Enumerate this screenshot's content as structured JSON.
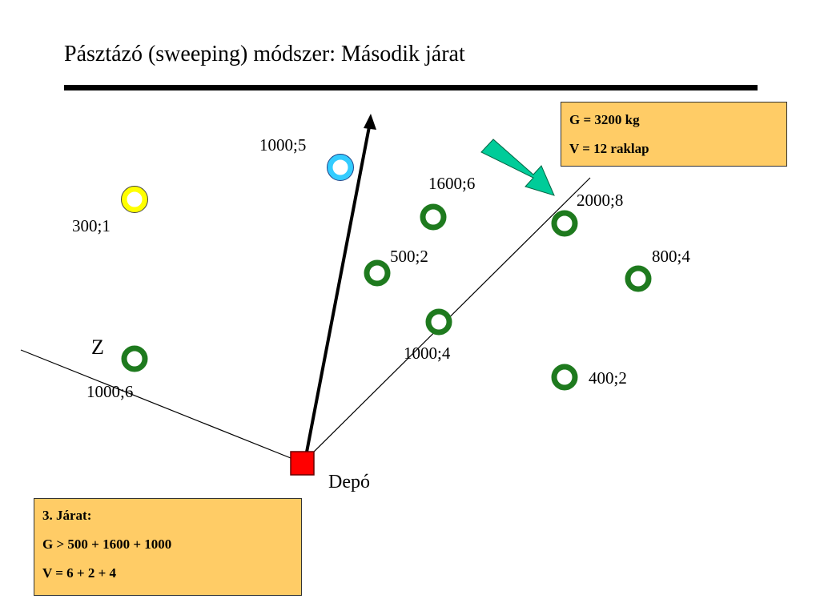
{
  "slide": {
    "title": "Pásztázó (sweeping) módszer: Második járat"
  },
  "capacity_box": {
    "g_line": "G = 3200 kg",
    "v_line": "V = 12 raklap"
  },
  "route_box": {
    "heading": "3. Járat:",
    "g_line": "G > 500 + 1600 + 1000",
    "v_line": "V = 6 + 2 + 4"
  },
  "depot": {
    "label": "Depó",
    "color": "#ff0000"
  },
  "zone_label": "Z",
  "colors": {
    "green_node": "#1e7a1e",
    "yellow_node": "#ffff00",
    "cyan_node": "#33ccff",
    "arrow_fill": "#00cc99",
    "box_fill": "#ffcc66"
  },
  "nodes": [
    {
      "id": "n-300-1",
      "label": "300;1",
      "color": "yellow"
    },
    {
      "id": "n-1000-5",
      "label": "1000;5",
      "color": "cyan"
    },
    {
      "id": "n-1600-6",
      "label": "1600;6",
      "color": "green"
    },
    {
      "id": "n-2000-8",
      "label": "2000;8",
      "color": "green"
    },
    {
      "id": "n-500-2",
      "label": "500;2",
      "color": "green"
    },
    {
      "id": "n-800-4",
      "label": "800;4",
      "color": "green"
    },
    {
      "id": "n-1000-4",
      "label": "1000;4",
      "color": "green"
    },
    {
      "id": "n-1000-6",
      "label": "1000;6",
      "color": "green"
    },
    {
      "id": "n-400-2",
      "label": "400;2",
      "color": "green"
    }
  ]
}
